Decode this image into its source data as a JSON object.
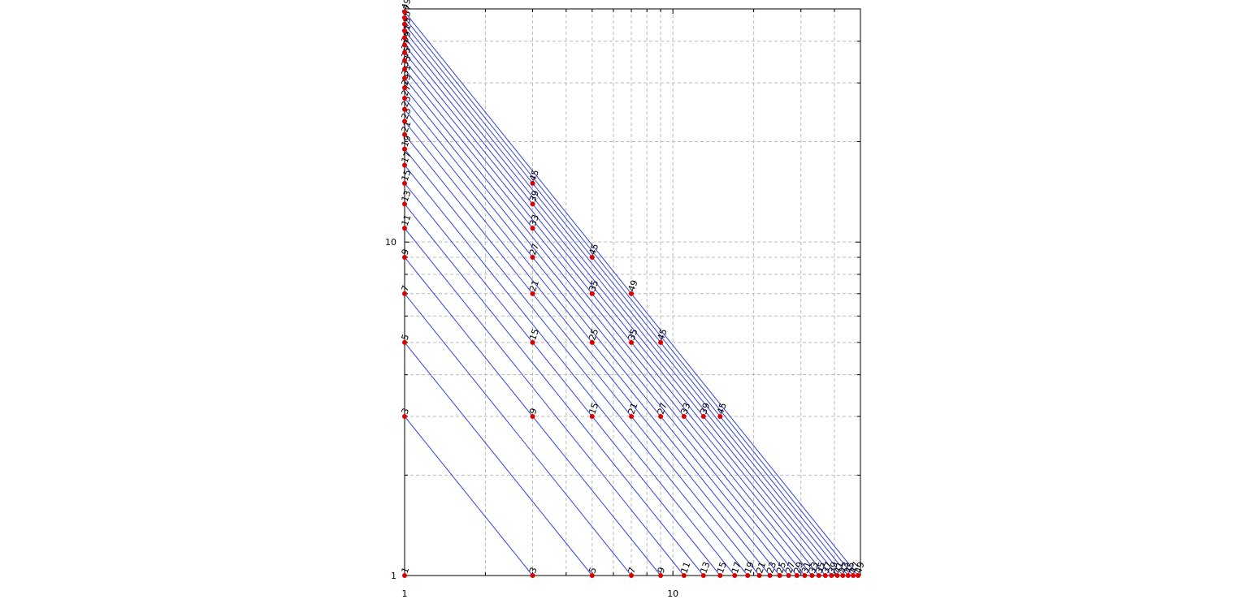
{
  "chart_data": {
    "type": "scatter",
    "title": "",
    "xlabel": "",
    "ylabel": "",
    "xscale": "log",
    "yscale": "log",
    "xlim": [
      1,
      50
    ],
    "ylim": [
      1,
      50
    ],
    "grid": true,
    "x_tick_labels": [
      "1",
      "10"
    ],
    "y_tick_labels": [
      "1",
      "10"
    ],
    "colors": {
      "point": "#dd0000",
      "line": "#3344dd",
      "grid": "#bbbbbb",
      "axis": "#000000"
    },
    "lines": {
      "description_values": "each blue line connects (1, n) to (n, 1) for odd n",
      "n": [
        3,
        5,
        7,
        9,
        11,
        13,
        15,
        17,
        19,
        21,
        23,
        25,
        27,
        29,
        31,
        33,
        35,
        37,
        39,
        41,
        43,
        45,
        47,
        49
      ]
    },
    "points": [
      {
        "x": 1,
        "y": 1,
        "label": "1"
      },
      {
        "x": 1,
        "y": 3,
        "label": "3"
      },
      {
        "x": 1,
        "y": 5,
        "label": "5"
      },
      {
        "x": 1,
        "y": 7,
        "label": "7"
      },
      {
        "x": 1,
        "y": 9,
        "label": "9"
      },
      {
        "x": 1,
        "y": 11,
        "label": "11"
      },
      {
        "x": 1,
        "y": 13,
        "label": "13"
      },
      {
        "x": 1,
        "y": 15,
        "label": "15"
      },
      {
        "x": 1,
        "y": 17,
        "label": "17"
      },
      {
        "x": 1,
        "y": 19,
        "label": "19"
      },
      {
        "x": 1,
        "y": 21,
        "label": "21"
      },
      {
        "x": 1,
        "y": 23,
        "label": "23"
      },
      {
        "x": 1,
        "y": 25,
        "label": "25"
      },
      {
        "x": 1,
        "y": 27,
        "label": "27"
      },
      {
        "x": 1,
        "y": 29,
        "label": "29"
      },
      {
        "x": 1,
        "y": 31,
        "label": "31"
      },
      {
        "x": 1,
        "y": 33,
        "label": "33"
      },
      {
        "x": 1,
        "y": 35,
        "label": "35"
      },
      {
        "x": 1,
        "y": 37,
        "label": "37"
      },
      {
        "x": 1,
        "y": 39,
        "label": "39"
      },
      {
        "x": 1,
        "y": 41,
        "label": "41"
      },
      {
        "x": 1,
        "y": 43,
        "label": "43"
      },
      {
        "x": 1,
        "y": 45,
        "label": "45"
      },
      {
        "x": 1,
        "y": 47,
        "label": "47"
      },
      {
        "x": 1,
        "y": 49,
        "label": "49"
      },
      {
        "x": 3,
        "y": 1,
        "label": "3"
      },
      {
        "x": 5,
        "y": 1,
        "label": "5"
      },
      {
        "x": 7,
        "y": 1,
        "label": "7"
      },
      {
        "x": 9,
        "y": 1,
        "label": "9"
      },
      {
        "x": 11,
        "y": 1,
        "label": "11"
      },
      {
        "x": 13,
        "y": 1,
        "label": "13"
      },
      {
        "x": 15,
        "y": 1,
        "label": "15"
      },
      {
        "x": 17,
        "y": 1,
        "label": "17"
      },
      {
        "x": 19,
        "y": 1,
        "label": "19"
      },
      {
        "x": 21,
        "y": 1,
        "label": "21"
      },
      {
        "x": 23,
        "y": 1,
        "label": "23"
      },
      {
        "x": 25,
        "y": 1,
        "label": "25"
      },
      {
        "x": 27,
        "y": 1,
        "label": "27"
      },
      {
        "x": 29,
        "y": 1,
        "label": "29"
      },
      {
        "x": 31,
        "y": 1,
        "label": "31"
      },
      {
        "x": 33,
        "y": 1,
        "label": "33"
      },
      {
        "x": 35,
        "y": 1,
        "label": "35"
      },
      {
        "x": 37,
        "y": 1,
        "label": "37"
      },
      {
        "x": 39,
        "y": 1,
        "label": "39"
      },
      {
        "x": 41,
        "y": 1,
        "label": "41"
      },
      {
        "x": 43,
        "y": 1,
        "label": "43"
      },
      {
        "x": 45,
        "y": 1,
        "label": "45"
      },
      {
        "x": 47,
        "y": 1,
        "label": "47"
      },
      {
        "x": 49,
        "y": 1,
        "label": "49"
      },
      {
        "x": 3,
        "y": 3,
        "label": "9"
      },
      {
        "x": 5,
        "y": 3,
        "label": "15"
      },
      {
        "x": 7,
        "y": 3,
        "label": "21"
      },
      {
        "x": 9,
        "y": 3,
        "label": "27"
      },
      {
        "x": 11,
        "y": 3,
        "label": "33"
      },
      {
        "x": 13,
        "y": 3,
        "label": "39"
      },
      {
        "x": 15,
        "y": 3,
        "label": "45"
      },
      {
        "x": 3,
        "y": 5,
        "label": "15"
      },
      {
        "x": 5,
        "y": 5,
        "label": "25"
      },
      {
        "x": 7,
        "y": 5,
        "label": "35"
      },
      {
        "x": 9,
        "y": 5,
        "label": "45"
      },
      {
        "x": 3,
        "y": 7,
        "label": "21"
      },
      {
        "x": 5,
        "y": 7,
        "label": "35"
      },
      {
        "x": 7,
        "y": 7,
        "label": "49"
      },
      {
        "x": 3,
        "y": 9,
        "label": "27"
      },
      {
        "x": 5,
        "y": 9,
        "label": "45"
      },
      {
        "x": 3,
        "y": 11,
        "label": "33"
      },
      {
        "x": 3,
        "y": 13,
        "label": "39"
      },
      {
        "x": 3,
        "y": 15,
        "label": "45"
      }
    ]
  }
}
